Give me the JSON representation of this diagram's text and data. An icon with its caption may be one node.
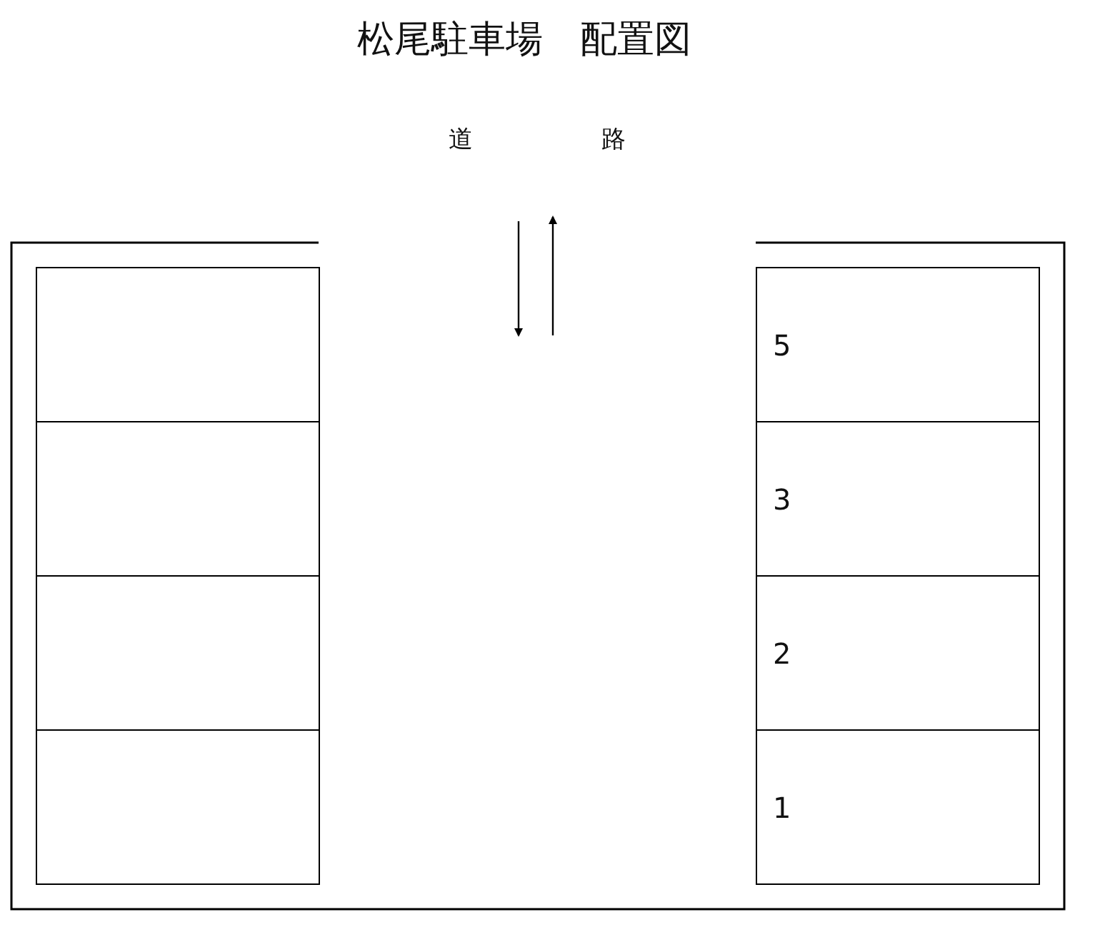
{
  "diagram": {
    "title": "松尾駐車場　配置図",
    "nodes": [
      {
        "text": [],
        "shape": "box"
      },
      {
        "text": [],
        "shape": "box"
      },
      {
        "text": [],
        "shape": "box"
      },
      {
        "text": [],
        "shape": "box"
      },
      {
        "text": [
          "5"
        ]
      },
      {
        "text": [
          "3"
        ]
      },
      {
        "text": [
          "2"
        ]
      },
      {
        "text": [
          "1"
        ]
      }
    ],
    "labels": [
      "道",
      "路"
    ]
  }
}
